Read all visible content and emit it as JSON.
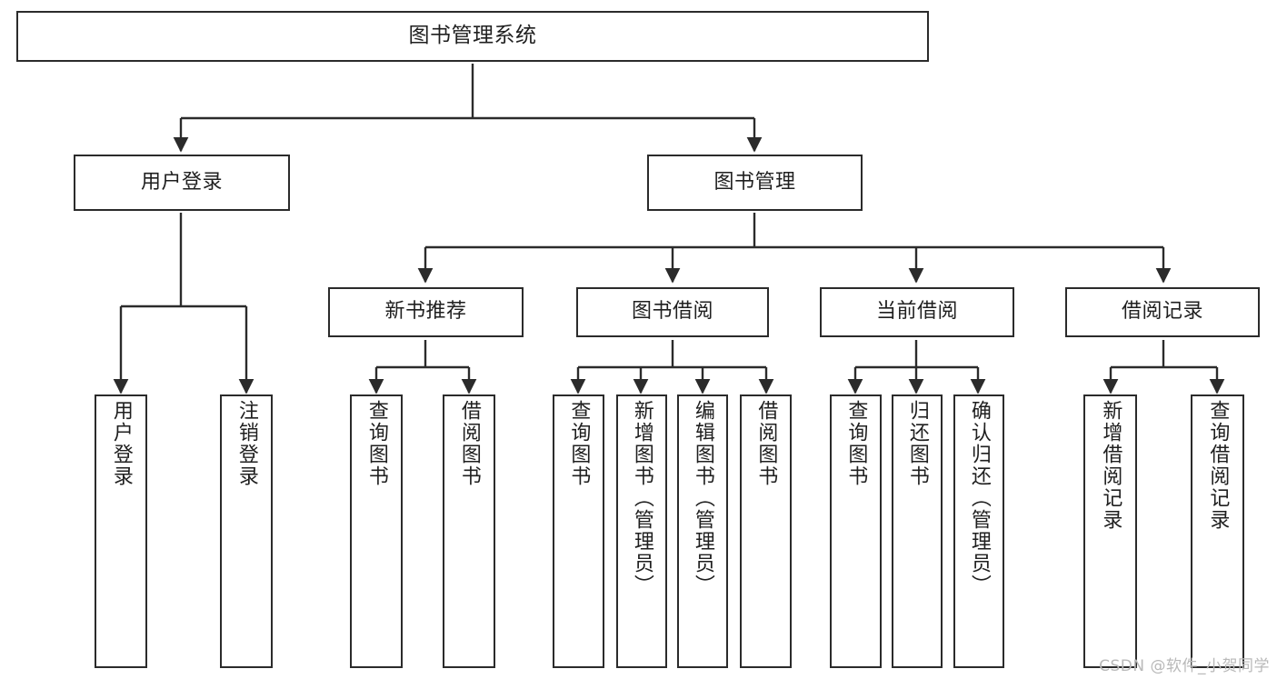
{
  "diagram": {
    "title": "图书管理系统",
    "type": "hierarchy-tree",
    "line_color": "#2b2b2b",
    "text_color": "#1f1f1f",
    "background_color": "#ffffff",
    "watermark": "CSDN @软件_小贺同学",
    "root": {
      "label": "图书管理系统"
    },
    "level2": [
      {
        "label": "用户登录"
      },
      {
        "label": "图书管理"
      }
    ],
    "level3": [
      {
        "label": "新书推荐"
      },
      {
        "label": "图书借阅"
      },
      {
        "label": "当前借阅"
      },
      {
        "label": "借阅记录"
      }
    ],
    "leaves": {
      "user_login": [
        {
          "label": "用户登录"
        },
        {
          "label": "注销登录"
        }
      ],
      "new_book_recommend": [
        {
          "label": "查询图书"
        },
        {
          "label": "借阅图书"
        }
      ],
      "book_borrow": [
        {
          "label": "查询图书"
        },
        {
          "label": "新增图书（管理员）"
        },
        {
          "label": "编辑图书（管理员）"
        },
        {
          "label": "借阅图书"
        }
      ],
      "current_borrow": [
        {
          "label": "查询图书"
        },
        {
          "label": "归还图书"
        },
        {
          "label": "确认归还（管理员）"
        }
      ],
      "borrow_record": [
        {
          "label": "新增借阅记录"
        },
        {
          "label": "查询借阅记录"
        }
      ]
    }
  }
}
